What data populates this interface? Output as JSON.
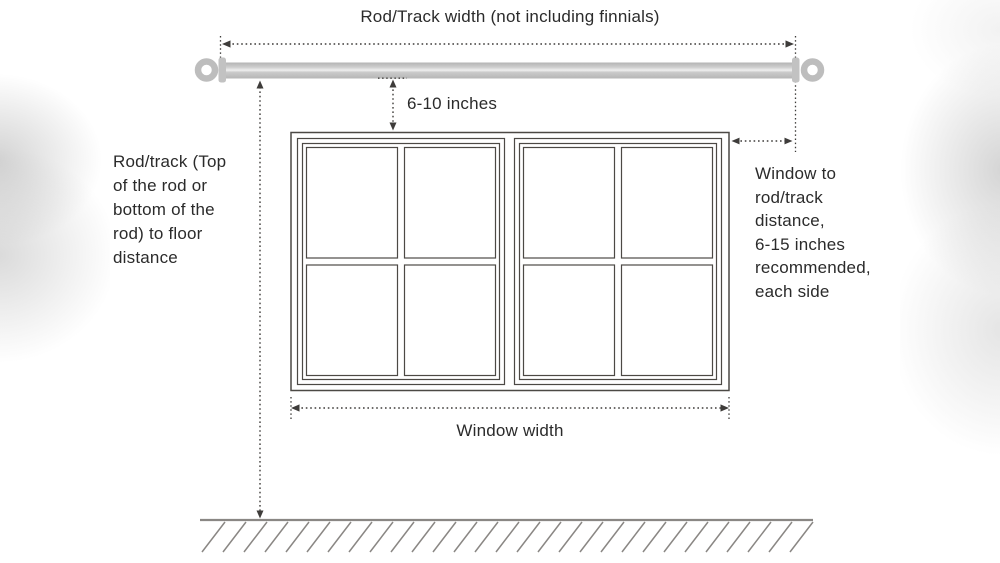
{
  "colors": {
    "line": "#3e3c3a",
    "window_frame": "#4c4945",
    "rod": "#c3c3c3",
    "rod_highlight": "#efefef",
    "floor": "#8a8784",
    "text": "#2b2b2b"
  },
  "diagram": {
    "title": "Rod/Track width (not including finnials)",
    "rod_gap_label": "6-10 inches",
    "rod_to_floor_note": "Rod/track (Top\nof the rod or\nbottom of the\nrod) to floor\ndistance",
    "window_to_rod_note": "Window to\nrod/track\ndistance,\n6-15 inches\nrecommended,\neach side",
    "window_width_label": "Window width"
  }
}
